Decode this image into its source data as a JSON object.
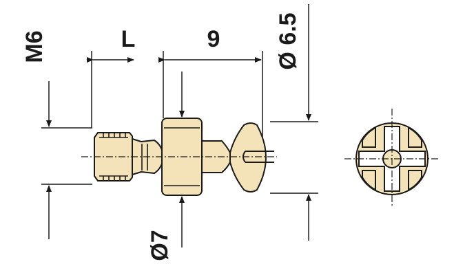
{
  "labels": {
    "thread": "M6",
    "length": "L",
    "shank": "9",
    "collar_diameter": "Ø7",
    "head_diameter": "Ø 6.5"
  },
  "colors": {
    "line": "#1a1a1a",
    "part_fill": "#f4e3b8",
    "background": "#ffffff"
  }
}
